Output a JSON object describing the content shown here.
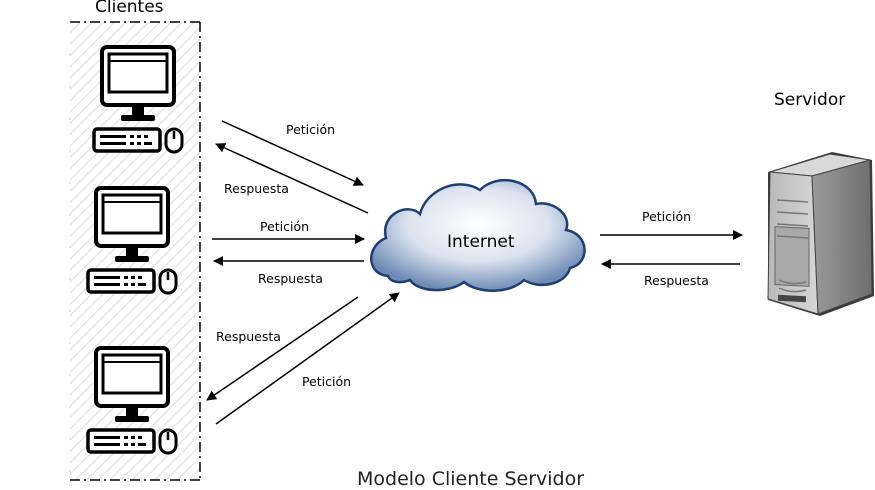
{
  "title": "Modelo Cliente Servidor",
  "clients": {
    "title": "Clientes",
    "count": 3
  },
  "server": {
    "title": "Servidor"
  },
  "network": {
    "label": "Internet"
  },
  "arrows": {
    "client1_request": "Petición",
    "client1_response": "Respuesta",
    "client2_request": "Petición",
    "client2_response": "Respuesta",
    "client3_response": "Respuesta",
    "client3_request": "Petición",
    "server_request": "Petición",
    "server_response": "Respuesta"
  },
  "icons": [
    "desktop-computer-icon",
    "tower-server-icon",
    "cloud-icon"
  ]
}
